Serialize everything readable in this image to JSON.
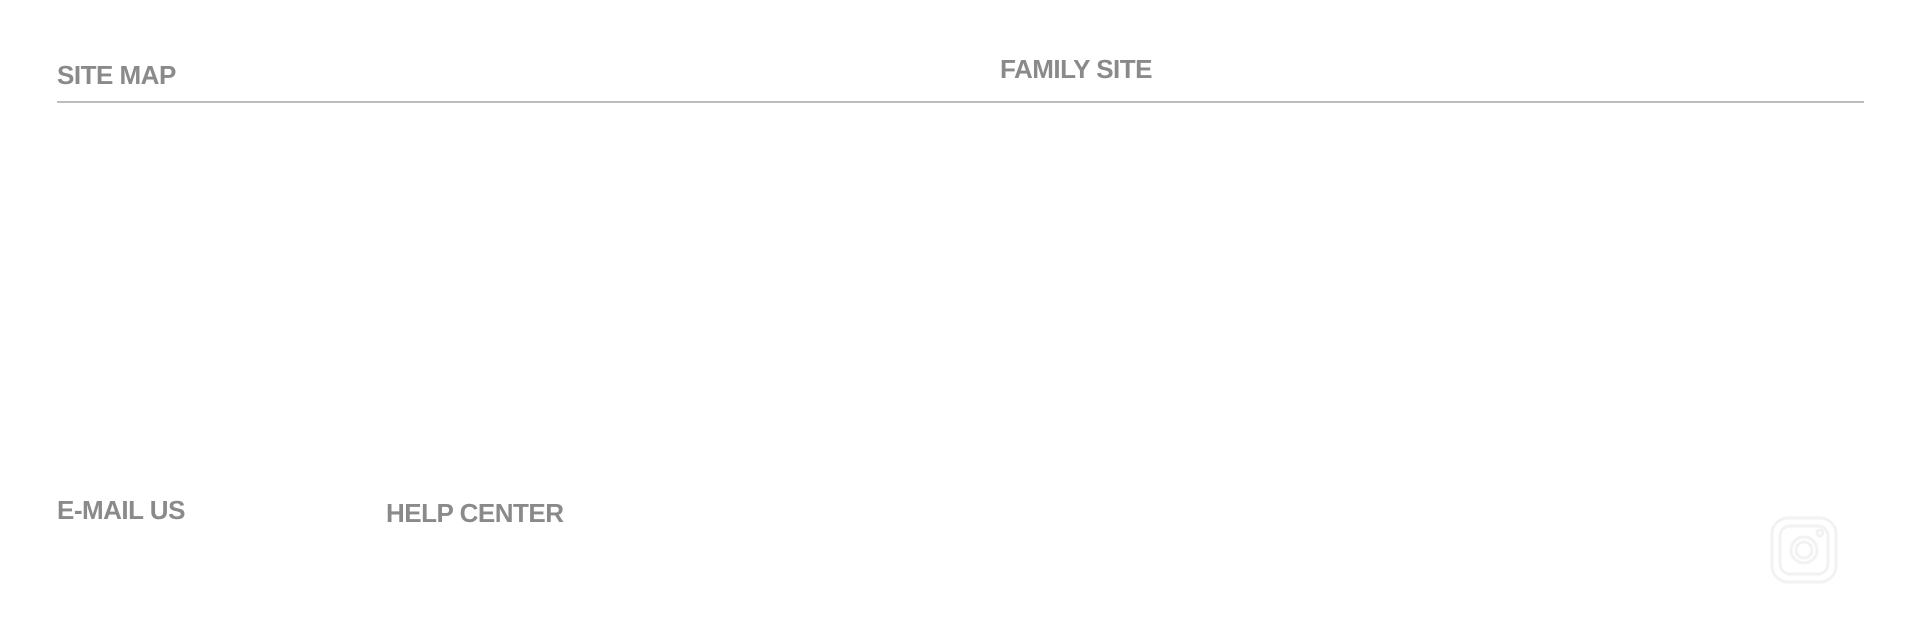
{
  "footer": {
    "site_map": "SITE MAP",
    "family_site": "FAMILY SITE",
    "email_us": "E-MAIL US",
    "help_center": "HELP CENTER",
    "social_icon": "instagram-icon"
  }
}
